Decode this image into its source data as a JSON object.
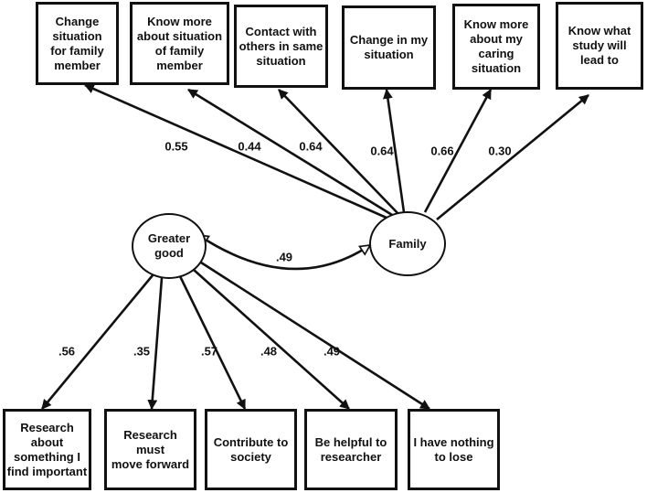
{
  "top_indicators": [
    {
      "label": "Change\nsituation\nfor family\nmember",
      "loading": "0.55"
    },
    {
      "label": "Know more\nabout situation\nof family\nmember",
      "loading": "0.44"
    },
    {
      "label": "Contact with\nothers in same\nsituation",
      "loading": "0.64"
    },
    {
      "label": "Change in my\nsituation",
      "loading": "0.64"
    },
    {
      "label": "Know more\nabout my\ncaring\nsituation",
      "loading": "0.66"
    },
    {
      "label": "Know what\nstudy will\nlead to",
      "loading": "0.30"
    }
  ],
  "latent": {
    "greater_good": "Greater\ngood",
    "family": "Family",
    "correlation": ".49"
  },
  "bottom_indicators": [
    {
      "label": "Research\nabout\nsomething I\nfind important",
      "loading": ".56"
    },
    {
      "label": "Research\nmust\nmove forward",
      "loading": ".35"
    },
    {
      "label": "Contribute to\nsociety",
      "loading": ".57"
    },
    {
      "label": "Be helpful to\nresearcher",
      "loading": ".48"
    },
    {
      "label": "I have nothing\nto lose",
      "loading": ".49"
    }
  ]
}
